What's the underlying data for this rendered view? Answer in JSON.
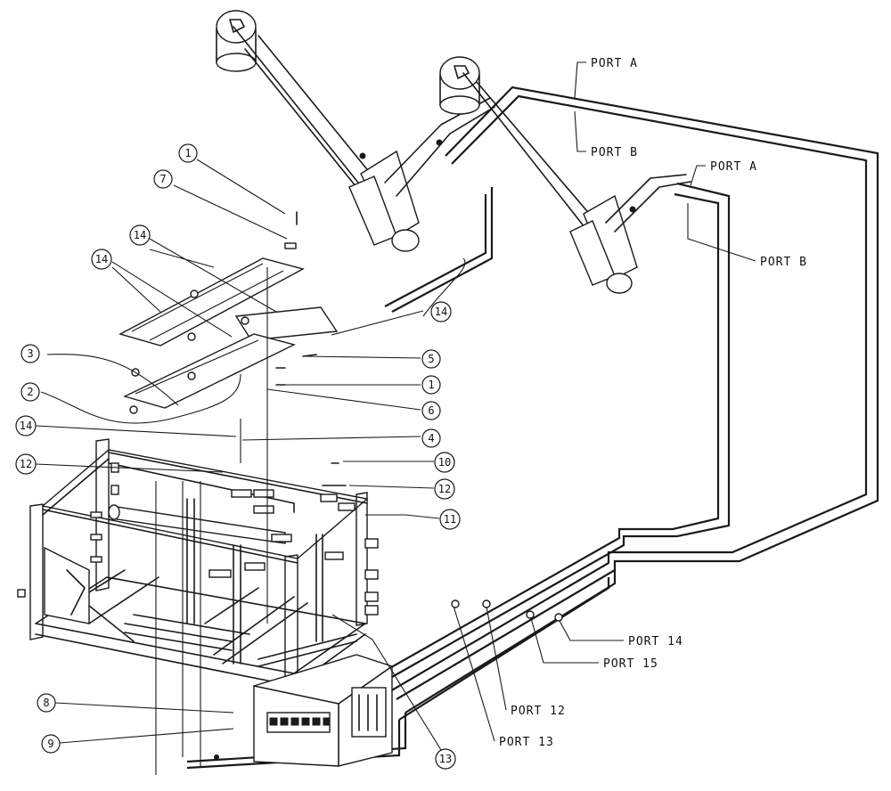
{
  "diagram": {
    "callouts": [
      {
        "id": "c1a",
        "label": "1"
      },
      {
        "id": "c7",
        "label": "7"
      },
      {
        "id": "c14a",
        "label": "14"
      },
      {
        "id": "c14b",
        "label": "14"
      },
      {
        "id": "c3",
        "label": "3"
      },
      {
        "id": "c2",
        "label": "2"
      },
      {
        "id": "c14c",
        "label": "14"
      },
      {
        "id": "c12a",
        "label": "12"
      },
      {
        "id": "c14d",
        "label": "14"
      },
      {
        "id": "c5",
        "label": "5"
      },
      {
        "id": "c1b",
        "label": "1"
      },
      {
        "id": "c6",
        "label": "6"
      },
      {
        "id": "c4",
        "label": "4"
      },
      {
        "id": "c10",
        "label": "10"
      },
      {
        "id": "c12b",
        "label": "12"
      },
      {
        "id": "c11",
        "label": "11"
      },
      {
        "id": "c8",
        "label": "8"
      },
      {
        "id": "c9",
        "label": "9"
      },
      {
        "id": "c13",
        "label": "13"
      }
    ],
    "ports": [
      {
        "id": "pA1",
        "label": "PORT A"
      },
      {
        "id": "pB1",
        "label": "PORT B"
      },
      {
        "id": "pA2",
        "label": "PORT A"
      },
      {
        "id": "pB2",
        "label": "PORT B"
      },
      {
        "id": "p14",
        "label": "PORT 14"
      },
      {
        "id": "p15",
        "label": "PORT 15"
      },
      {
        "id": "p12",
        "label": "PORT 12"
      },
      {
        "id": "p13",
        "label": "PORT 13"
      }
    ]
  }
}
